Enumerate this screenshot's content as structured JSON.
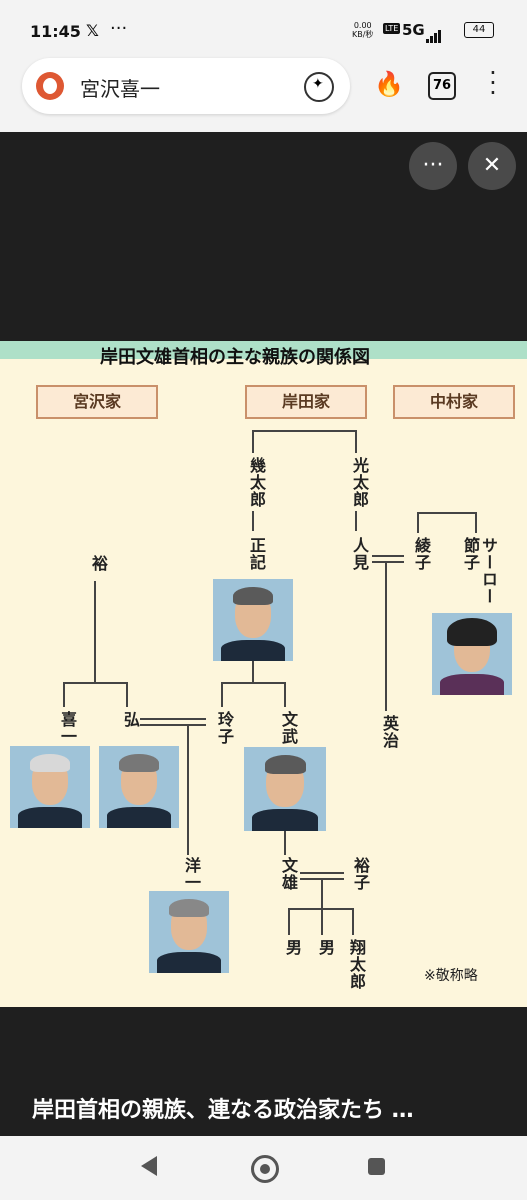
{
  "status": {
    "time": "11:45",
    "x_icon": "𝕏",
    "dots": "···",
    "net_speed": "0.00",
    "net_unit": "KB/秒",
    "volte": "LTE",
    "network": "5G",
    "battery": "44"
  },
  "browser": {
    "url_text": "宮沢喜一",
    "tab_count": "76"
  },
  "viewer": {
    "more_label": "···",
    "close_label": "✕"
  },
  "figure": {
    "title": "岸田文雄首相の主な親族の関係図",
    "families": {
      "miyazawa": "宮沢家",
      "kishida": "岸田家",
      "nakamura": "中村家"
    },
    "people": {
      "ikutaro": "幾太郎",
      "kotaro": "光太郎",
      "masaki": "正記",
      "hitomi": "人見",
      "ayako": "綾子",
      "setsuko": "節子",
      "thurlow": "サーロー",
      "yutaka": "裕",
      "kiichi": "喜一",
      "hiroshi": "弘",
      "reiko": "玲子",
      "fumitake": "文武",
      "eiji": "英治",
      "yoichi": "洋一",
      "fumio": "文雄",
      "yuko": "裕子",
      "son1": "男",
      "son2": "男",
      "shotaro": "翔太郎"
    },
    "note": "※敬称略"
  },
  "caption": "岸田首相の親族、連なる政治家たち …"
}
